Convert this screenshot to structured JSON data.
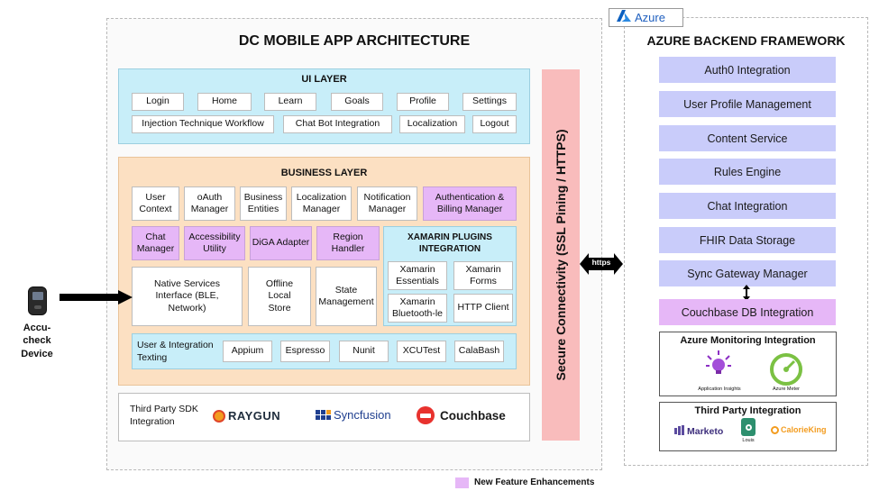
{
  "title": "DC MOBILE APP ARCHITECTURE",
  "device": {
    "label": "Accu-check Device"
  },
  "ui_layer": {
    "title": "UI LAYER",
    "row1": [
      "Login",
      "Home",
      "Learn",
      "Goals",
      "Profile",
      "Settings"
    ],
    "row2": [
      "Injection Technique Workflow",
      "Chat Bot Integration",
      "Localization",
      "Logout"
    ]
  },
  "business_layer": {
    "title": "BUSINESS LAYER",
    "row1": [
      "User Context",
      "oAuth Manager",
      "Business Entities",
      "Localization Manager",
      "Notification Manager",
      "Authentication & Billing Manager"
    ],
    "row2": [
      "Chat Manager",
      "Accessibility Utility",
      "DiGA Adapter",
      "Region Handler"
    ],
    "native_services": "Native Services Interface (BLE, Network)",
    "offline_store": "Offline Local Store",
    "state_management": "State Management",
    "xamarin": {
      "title": "XAMARIN PLUGINS INTEGRATION",
      "items": [
        "Xamarin Essentials",
        "Xamarin Forms",
        "Xamarin Bluetooth-le",
        "HTTP Client"
      ]
    },
    "testing": {
      "label": "User & Integration Texting",
      "items": [
        "Appium",
        "Espresso",
        "Nunit",
        "XCUTest",
        "CalaBash"
      ]
    }
  },
  "third_party_sdk": {
    "label": "Third Party SDK Integration",
    "raygun": "RAYGUN",
    "syncfusion": "Syncfusion",
    "couchbase": "Couchbase"
  },
  "secure": {
    "label": "Secure Connectivity (SSL Pining / HTTPS)"
  },
  "https": "https",
  "azure": {
    "tab": "Azure",
    "title": "AZURE BACKEND FRAMEWORK",
    "services": [
      "Auth0 Integration",
      "User Profile Management",
      "Content Service",
      "Rules Engine",
      "Chat Integration",
      "FHIR Data Storage",
      "Sync Gateway Manager"
    ],
    "couchbase_db": "Couchbase DB Integration",
    "monitoring": {
      "title": "Azure Monitoring Integration",
      "app_insights": "Application Insights",
      "azure_meter": "Azure Meter"
    },
    "third_party": {
      "title": "Third Party Integration",
      "marketo": "Marketo",
      "louis": "Louis",
      "calorieking": "CalorieKing"
    }
  },
  "legend": {
    "label": "New Feature Enhancements",
    "color": "#e6b7f7"
  },
  "colors": {
    "ui_layer": "#c8eef9",
    "business_layer": "#fce0c2",
    "secure": "#f9bcbc",
    "azure_service": "#c9ccfa",
    "feature": "#e6b7f7"
  }
}
